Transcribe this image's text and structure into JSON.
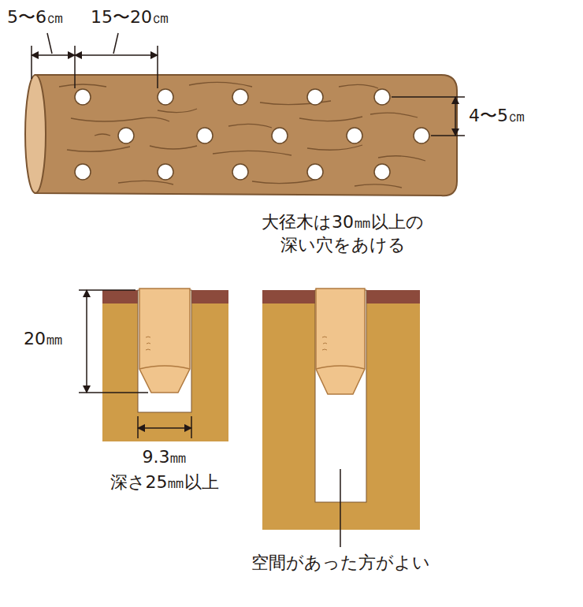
{
  "diagram": {
    "labels": [
      "5〜6㎝",
      "15〜20㎝",
      "4〜5㎝",
      "大径木は30㎜以上の 深い穴をあける",
      "20㎜",
      "9.3㎜",
      "深さ25㎜以上",
      "空間があった方がよい"
    ]
  }
}
